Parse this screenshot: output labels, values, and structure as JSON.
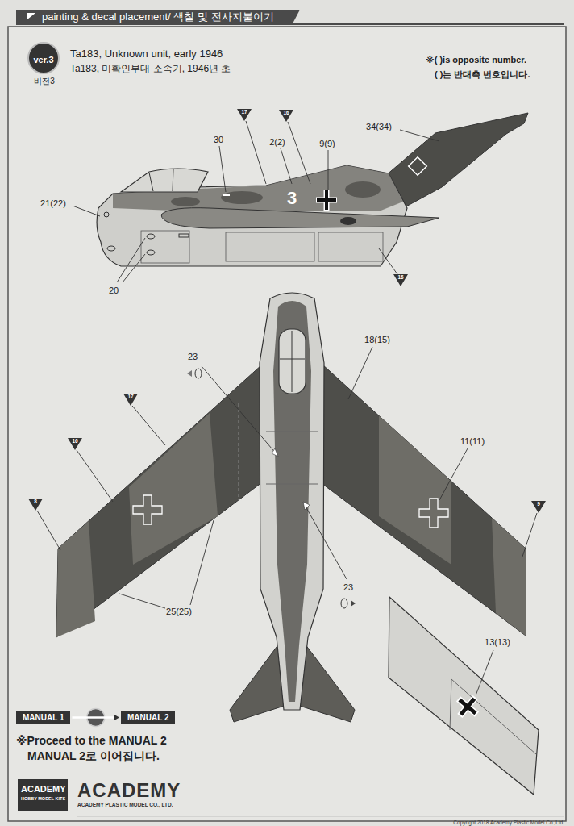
{
  "diagram": {
    "title": "painting & decal placement/ 색칠 및 전사지붙이기",
    "nodes": [
      {
        "text": [
          "ver.3",
          "버전3"
        ]
      },
      {
        "text": [
          "MANUAL 1"
        ]
      },
      {
        "text": [
          "MANUAL 2"
        ]
      },
      {
        "text": [
          "ACADEMY",
          "HOBBY MODEL KITS"
        ]
      }
    ],
    "edges": [
      {
        "from": 1,
        "to": 2,
        "arrow": "to"
      }
    ],
    "labels": [
      "Ta183, Unknown unit, early 1946",
      "Ta183, 미확인부대 소속기, 1946년 초",
      "※( )is opposite number.",
      "( )는 반대측 번호입니다.",
      "17",
      "16",
      "30",
      "2(2)",
      "9(9)",
      "34(34)",
      "21(22)",
      "3",
      "20",
      "16",
      "23",
      "18(15)",
      "17",
      "16",
      "8",
      "11(11)",
      "9",
      "25(25)",
      "23",
      "13(13)",
      "※Proceed to the MANUAL 2",
      "MANUAL 2로 이어집니다.",
      "ACADEMY",
      "ACADEMY PLASTIC MODEL CO., LTD.",
      "Copyright 2018 Academy Plastic Model Co.,Ltd."
    ]
  }
}
